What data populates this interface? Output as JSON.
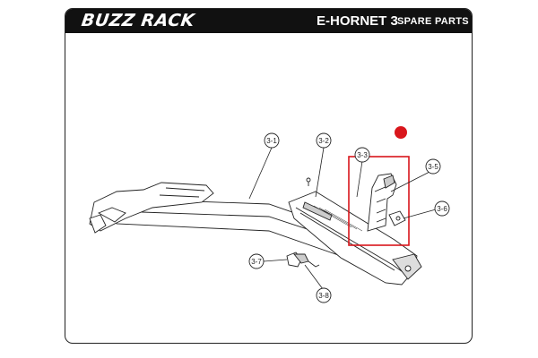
{
  "header": {
    "brand": "BUZZ RACK",
    "model": "E-HORNET 3",
    "section": "SPARE PARTS"
  },
  "callouts": {
    "c31": "3-1",
    "c32": "3-2",
    "c33": "3-3",
    "c35": "3-5",
    "c36": "3-6",
    "c37": "3-7",
    "c38": "3-8"
  },
  "colors": {
    "highlight": "#d9161c",
    "ink": "#222222",
    "header_bg": "#111111"
  }
}
